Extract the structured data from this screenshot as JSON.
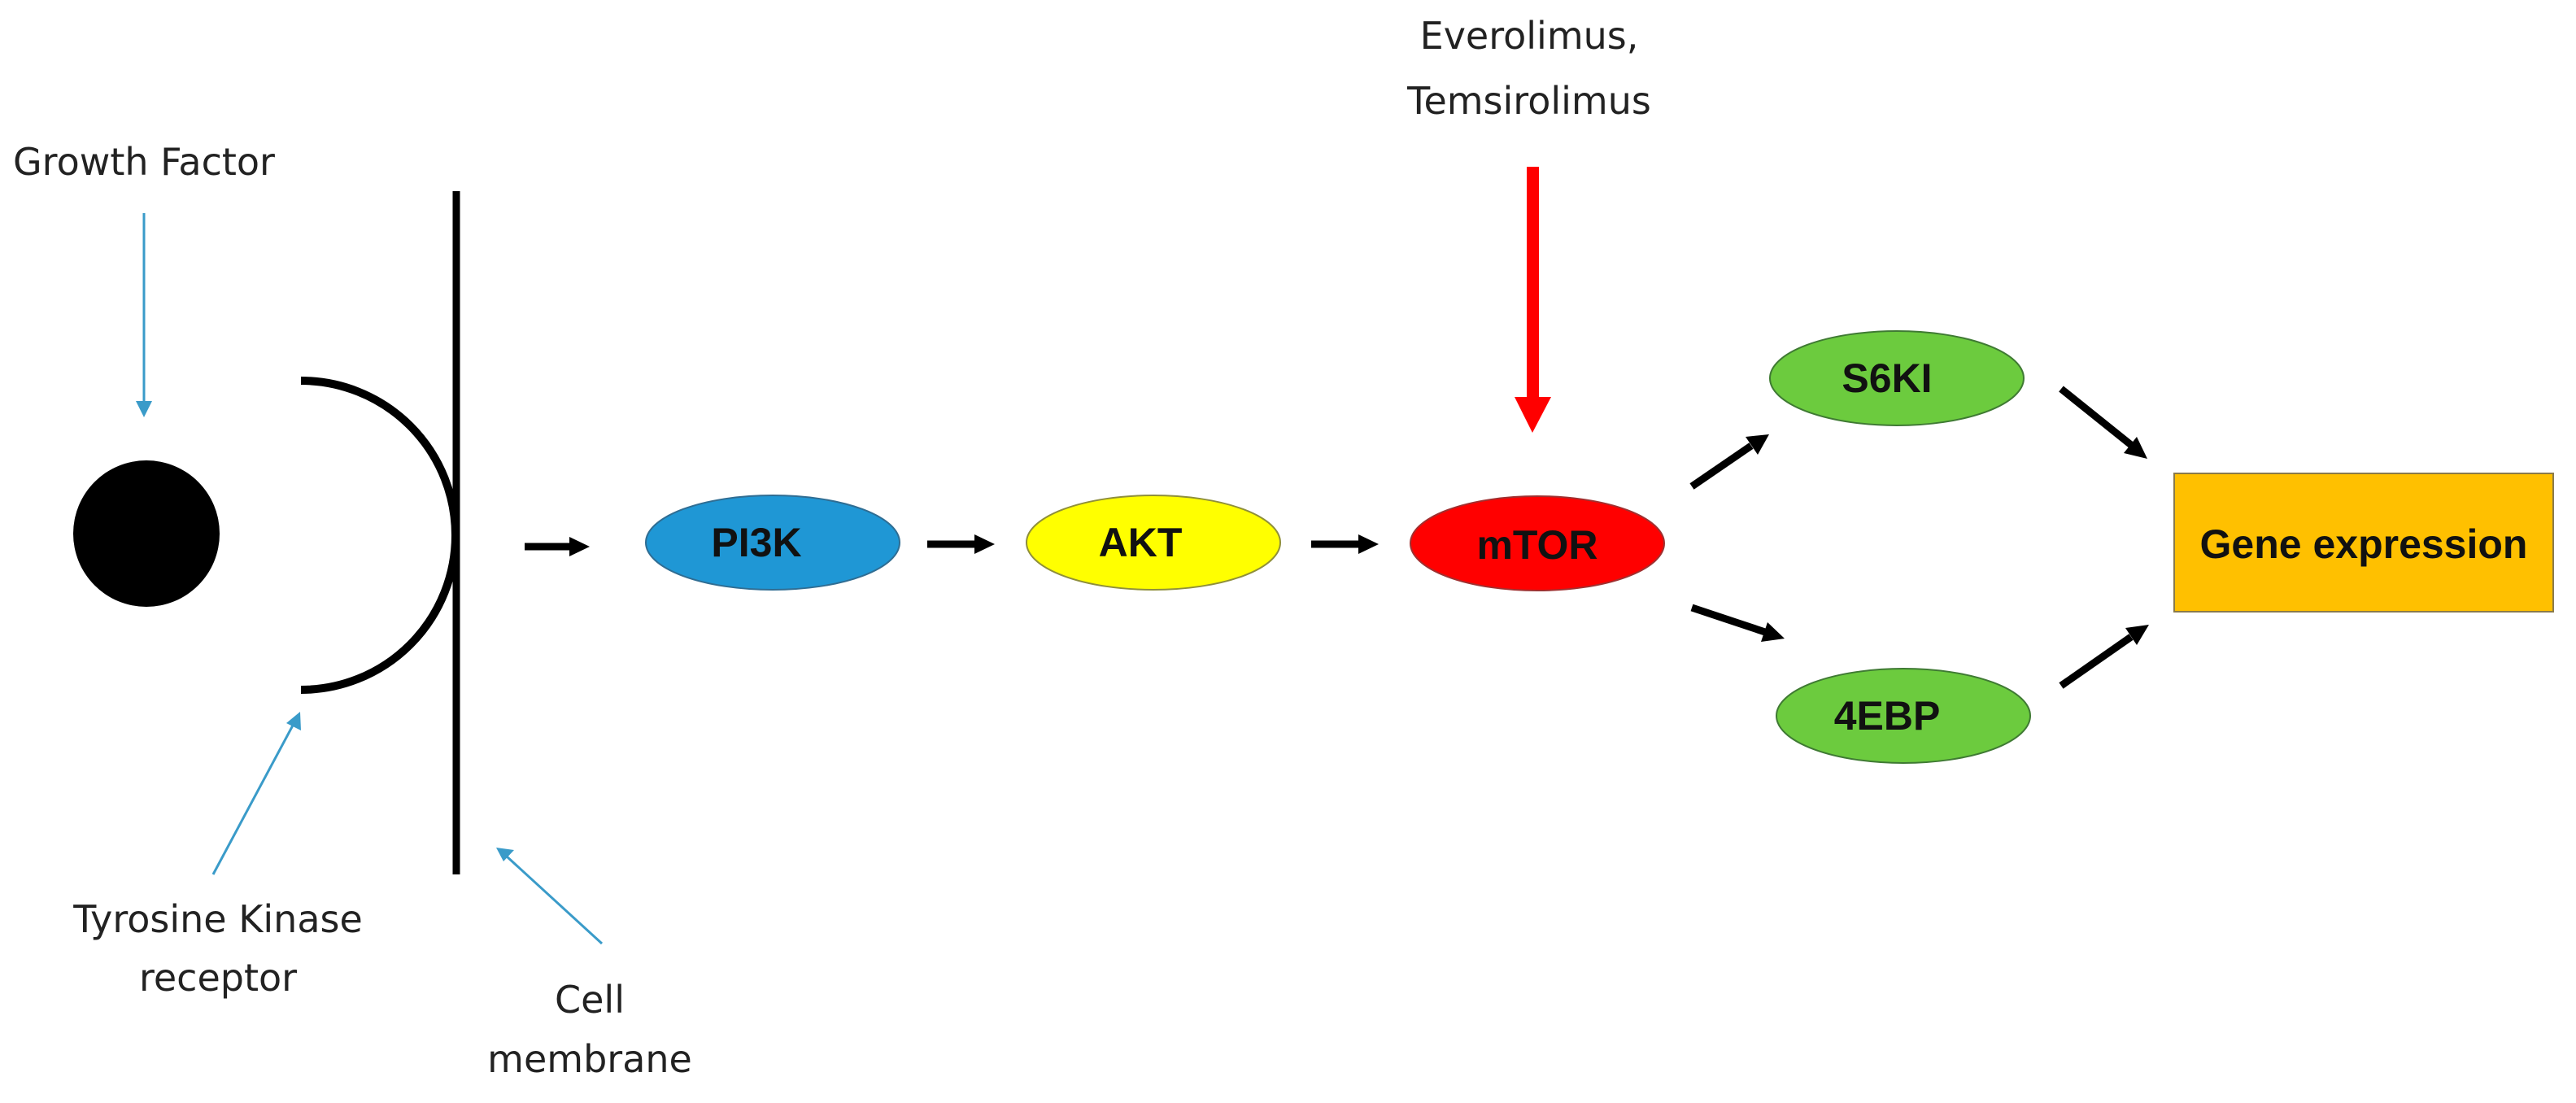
{
  "labels": {
    "growth_factor": "Growth Factor",
    "drug_line1": "Everolimus,",
    "drug_line2": "Temsirolimus",
    "receptor_line1": "Tyrosine Kinase",
    "receptor_line2": "receptor",
    "membrane_line1": "Cell",
    "membrane_line2": "membrane"
  },
  "nodes": {
    "pi3k": "PI3K",
    "akt": "AKT",
    "mtor": "mTOR",
    "s6ki": "S6KI",
    "ebp4": "4EBP",
    "gene": "Gene expression"
  },
  "colors": {
    "pi3k": "#1f97d5",
    "akt": "#ffff00",
    "mtor": "#ff0000",
    "s6ki": "#6ccb3e",
    "ebp4": "#6ccb3e",
    "gene": "#ffc000",
    "pointer": "#3a9bc9",
    "inhibitor": "#ff0000"
  }
}
